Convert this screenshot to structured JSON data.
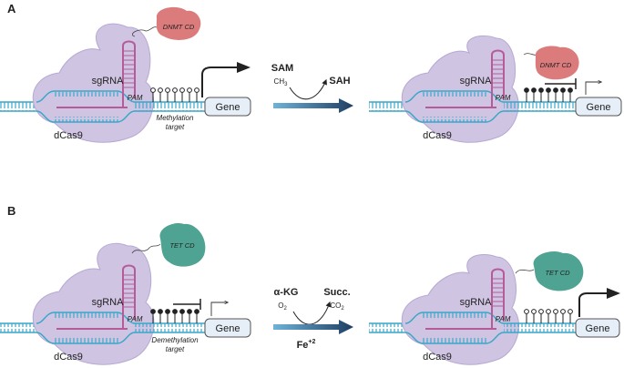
{
  "panels": [
    {
      "label": "A",
      "left": {
        "enzyme": "DNMT CD",
        "sgrna": "sgRNA",
        "pam": "PAM",
        "dcas9": "dCas9",
        "gene": "Gene",
        "target_line1": "Methylation",
        "target_line2": "target"
      },
      "reaction": {
        "substrate": "SAM",
        "substrate_sub": "CH",
        "substrate_sub_n": "3",
        "product": "SAH"
      },
      "right": {
        "enzyme": "DNMT CD",
        "sgrna": "sgRNA",
        "pam": "PAM",
        "dcas9": "dCas9",
        "gene": "Gene"
      }
    },
    {
      "label": "B",
      "left": {
        "enzyme": "TET CD",
        "sgrna": "sgRNA",
        "pam": "PAM",
        "dcas9": "dCas9",
        "gene": "Gene",
        "target_line1": "Demethylation",
        "target_line2": "target"
      },
      "reaction": {
        "substrate": "α-KG",
        "substrate_sub": "O",
        "substrate_sub_n": "2",
        "product": "Succ.",
        "product_sub": "CO",
        "product_sub_n": "2",
        "cofactor": "Fe",
        "cofactor_sup": "+2"
      },
      "right": {
        "enzyme": "TET CD",
        "sgrna": "sgRNA",
        "pam": "PAM",
        "dcas9": "dCas9",
        "gene": "Gene"
      }
    }
  ],
  "colors": {
    "dna": "#3aa7c9",
    "cas9": "#cfc4e2",
    "sgrna": "#b65b9a",
    "dnmt": "#dc7b7b",
    "tet": "#4fa392",
    "gene_box": "#e6eef8",
    "arrow": "#1f3e63"
  }
}
